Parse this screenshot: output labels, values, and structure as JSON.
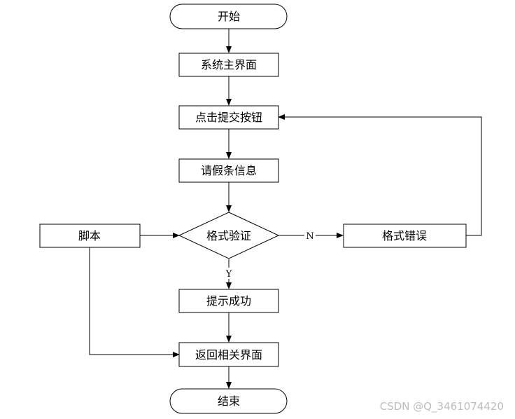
{
  "nodes": {
    "start": "开始",
    "main_ui": "系统主界面",
    "click_submit": "点击提交按钮",
    "fill_info": "请假条信息",
    "format_check": "格式验证",
    "format_error": "格式错误",
    "script": "脚本",
    "prompt_success": "提示成功",
    "return_page": "返回相关界面",
    "end": "结束"
  },
  "edges": {
    "yes": "Y",
    "no": "N"
  },
  "watermark": "CSDN @Q_3461074420"
}
